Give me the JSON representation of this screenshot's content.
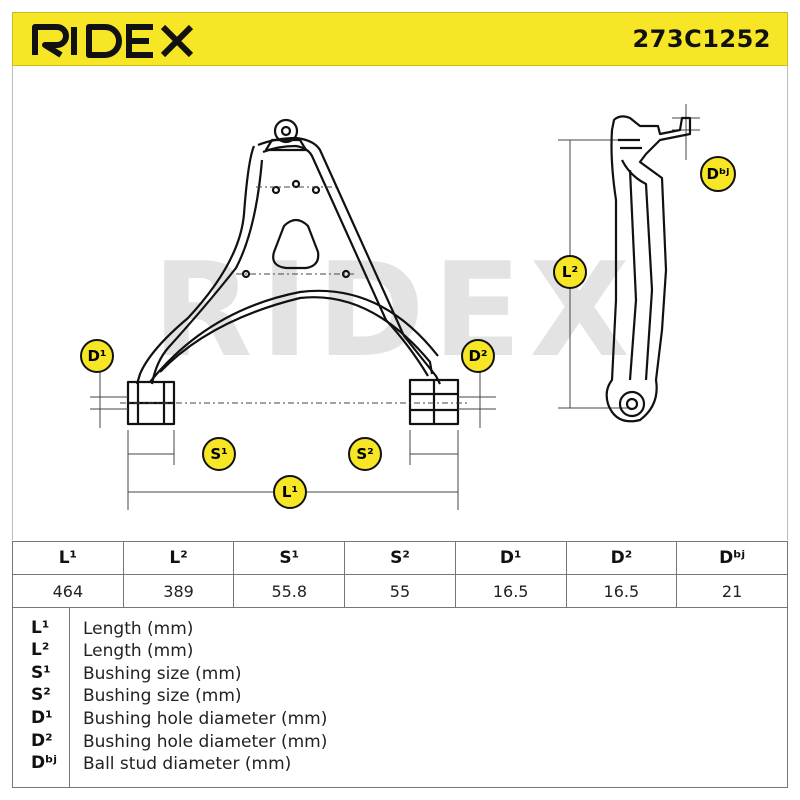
{
  "header": {
    "brand": "RIDEX",
    "part_number": "273C1252",
    "colors": {
      "background": "#f6e626",
      "badge": "#f6e626",
      "line": "#111111"
    }
  },
  "drawing": {
    "watermark": "RIDEX",
    "labels": {
      "d1": "D¹",
      "d2": "D²",
      "s1": "S¹",
      "s2": "S²",
      "l1": "L¹",
      "l2": "L²",
      "dbj": "Dᵇʲ"
    }
  },
  "table": {
    "headers": [
      "L¹",
      "L²",
      "S¹",
      "S²",
      "D¹",
      "D²",
      "Dᵇʲ"
    ],
    "values": [
      "464",
      "389",
      "55.8",
      "55",
      "16.5",
      "16.5",
      "21"
    ]
  },
  "legend": [
    {
      "code": "L¹",
      "desc": "Length (mm)"
    },
    {
      "code": "L²",
      "desc": "Length (mm)"
    },
    {
      "code": "S¹",
      "desc": "Bushing size (mm)"
    },
    {
      "code": "S²",
      "desc": "Bushing size (mm)"
    },
    {
      "code": "D¹",
      "desc": "Bushing hole diameter (mm)"
    },
    {
      "code": "D²",
      "desc": "Bushing hole diameter (mm)"
    },
    {
      "code": "Dᵇʲ",
      "desc": "Ball stud diameter (mm)"
    }
  ]
}
